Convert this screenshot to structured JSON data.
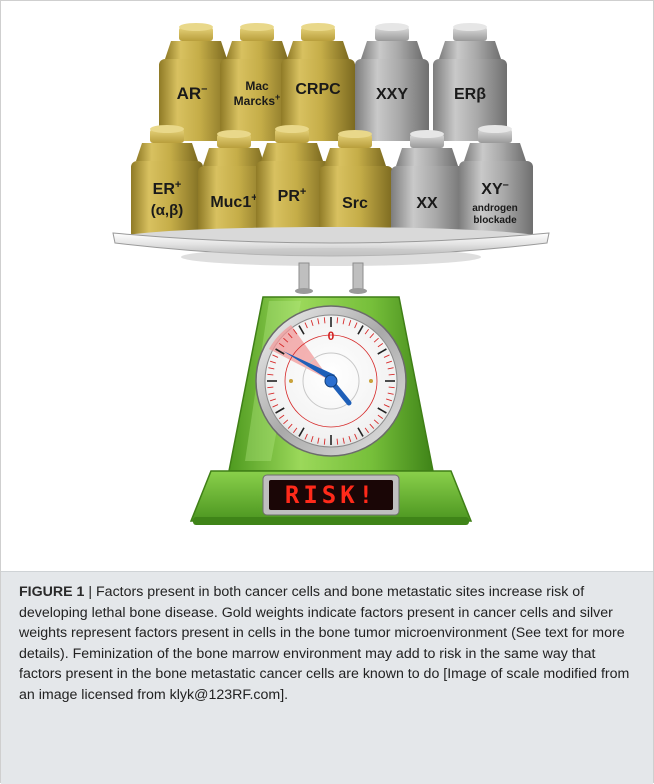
{
  "figure": {
    "gold_weights": [
      {
        "id": "ar",
        "main": "AR",
        "sup": "–"
      },
      {
        "id": "mac",
        "line1": "Mac",
        "line2": "Marcks",
        "sup": "+"
      },
      {
        "id": "crpc",
        "main": "CRPC"
      },
      {
        "id": "er",
        "main": "ER",
        "sup": "+",
        "line2": "(α,β)"
      },
      {
        "id": "muc1",
        "main": "Muc1",
        "sup": "+"
      },
      {
        "id": "pr",
        "main": "PR",
        "sup": "+"
      },
      {
        "id": "src",
        "main": "Src"
      }
    ],
    "silver_weights": [
      {
        "id": "xxy",
        "main": "XXY"
      },
      {
        "id": "erb",
        "main": "ERβ"
      },
      {
        "id": "xx",
        "main": "XX"
      },
      {
        "id": "xy",
        "main": "XY",
        "sup": "–",
        "line2": "androgen",
        "line3": "blockade"
      }
    ],
    "dial_zero": "0",
    "display_text": "RISK!",
    "colors": {
      "gold": "#c9b04a",
      "silver": "#a8a8a8",
      "scale_green": "#7cc242",
      "display_red": "#ff2a1a"
    }
  },
  "caption": {
    "label": "FIGURE 1",
    "separator": " | ",
    "text": "Factors present in both cancer cells and bone metastatic sites increase risk of developing lethal bone disease. Gold weights indicate factors present in cancer cells and silver weights represent factors present in cells in the bone tumor microenvironment (See text for more details). Feminization of the bone marrow environment may add to risk in the same way that factors present in the bone metastatic cancer cells are known to do [Image of scale modified from an image licensed from klyk@123RF.com]."
  }
}
